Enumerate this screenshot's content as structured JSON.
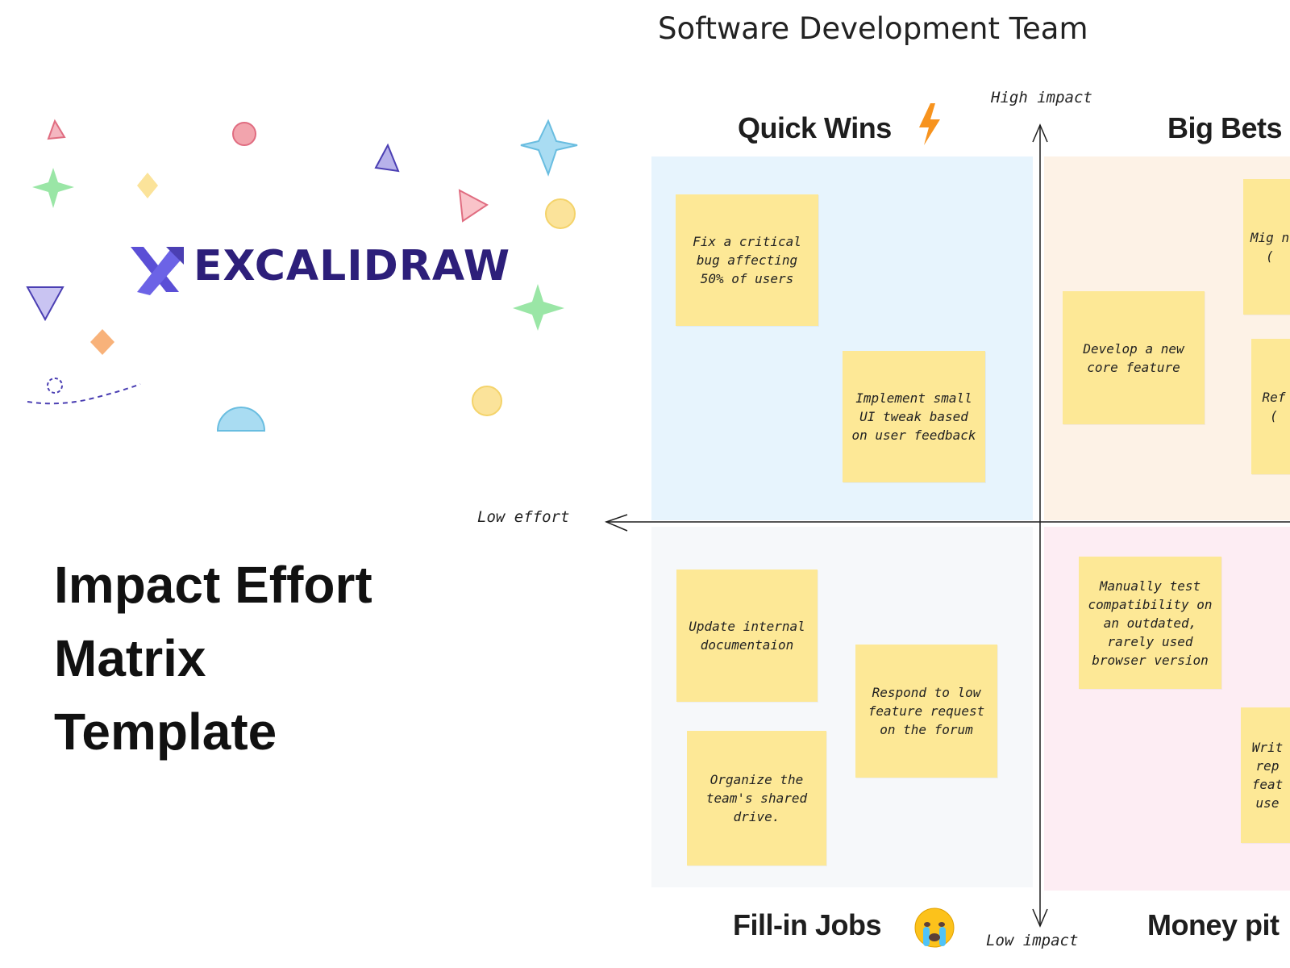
{
  "board_title": "Software Development Team",
  "logo": {
    "text": "EXCALIDRAW",
    "icon": "excalidraw-logo-icon"
  },
  "template_title": [
    "Impact Effort",
    "Matrix",
    "Template"
  ],
  "axes": {
    "high_impact": "High impact",
    "low_impact": "Low impact",
    "low_effort": "Low effort"
  },
  "quadrants": {
    "quick_wins": {
      "label": "Quick Wins",
      "icon": "lightning-bolt-icon",
      "color": "#e7f4fd"
    },
    "big_bets": {
      "label": "Big Bets",
      "color": "#fdf2e6"
    },
    "fill_in_jobs": {
      "label": "Fill-in Jobs",
      "icon": "crying-face-emoji",
      "color": "#f6f8fa"
    },
    "money_pit": {
      "label": "Money pit",
      "color": "#fdedf3"
    }
  },
  "notes": {
    "fix_bug": "Fix a critical bug affecting 50% of users",
    "ui_tweak": "Implement small UI tweak based on user feedback",
    "core_feature": "Develop a new core feature",
    "migrate_partial": "Mig n (",
    "refactor_partial": "Ref (",
    "update_docs": "Update internal documentaion",
    "respond_forum": "Respond to low feature request on the forum",
    "organize_drive": "Organize the team's shared drive.",
    "manual_test": "Manually test compatibility on an outdated, rarely used browser version",
    "write_partial": "Writ rep feat use"
  },
  "note_color": "#fde896"
}
